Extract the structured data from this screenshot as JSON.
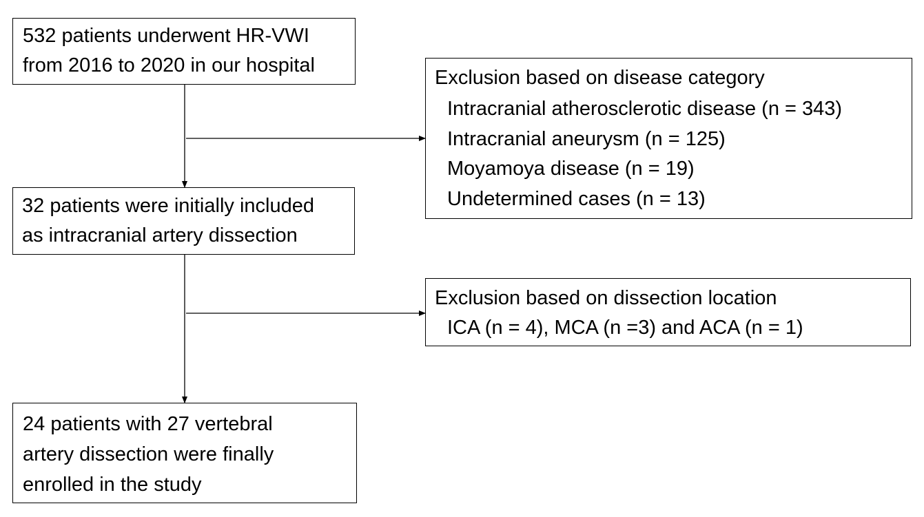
{
  "boxes": {
    "start": {
      "lines": [
        "532 patients underwent HR-VWI",
        "from 2016 to 2020 in our hospital"
      ]
    },
    "exclusion_disease": {
      "lines": [
        "Exclusion based on disease category",
        "Intracranial atherosclerotic disease (n = 343)",
        "Intracranial aneurysm (n = 125)",
        "Moyamoya disease (n = 19)",
        "Undetermined cases (n = 13)"
      ]
    },
    "included": {
      "lines": [
        "32 patients were initially included",
        "as intracranial artery dissection"
      ]
    },
    "exclusion_location": {
      "lines": [
        "Exclusion based on dissection location",
        "ICA (n = 4), MCA (n =3) and ACA (n = 1)"
      ]
    },
    "final": {
      "lines": [
        "24 patients with 27 vertebral",
        "artery dissection were finally",
        "enrolled in the study"
      ]
    }
  }
}
